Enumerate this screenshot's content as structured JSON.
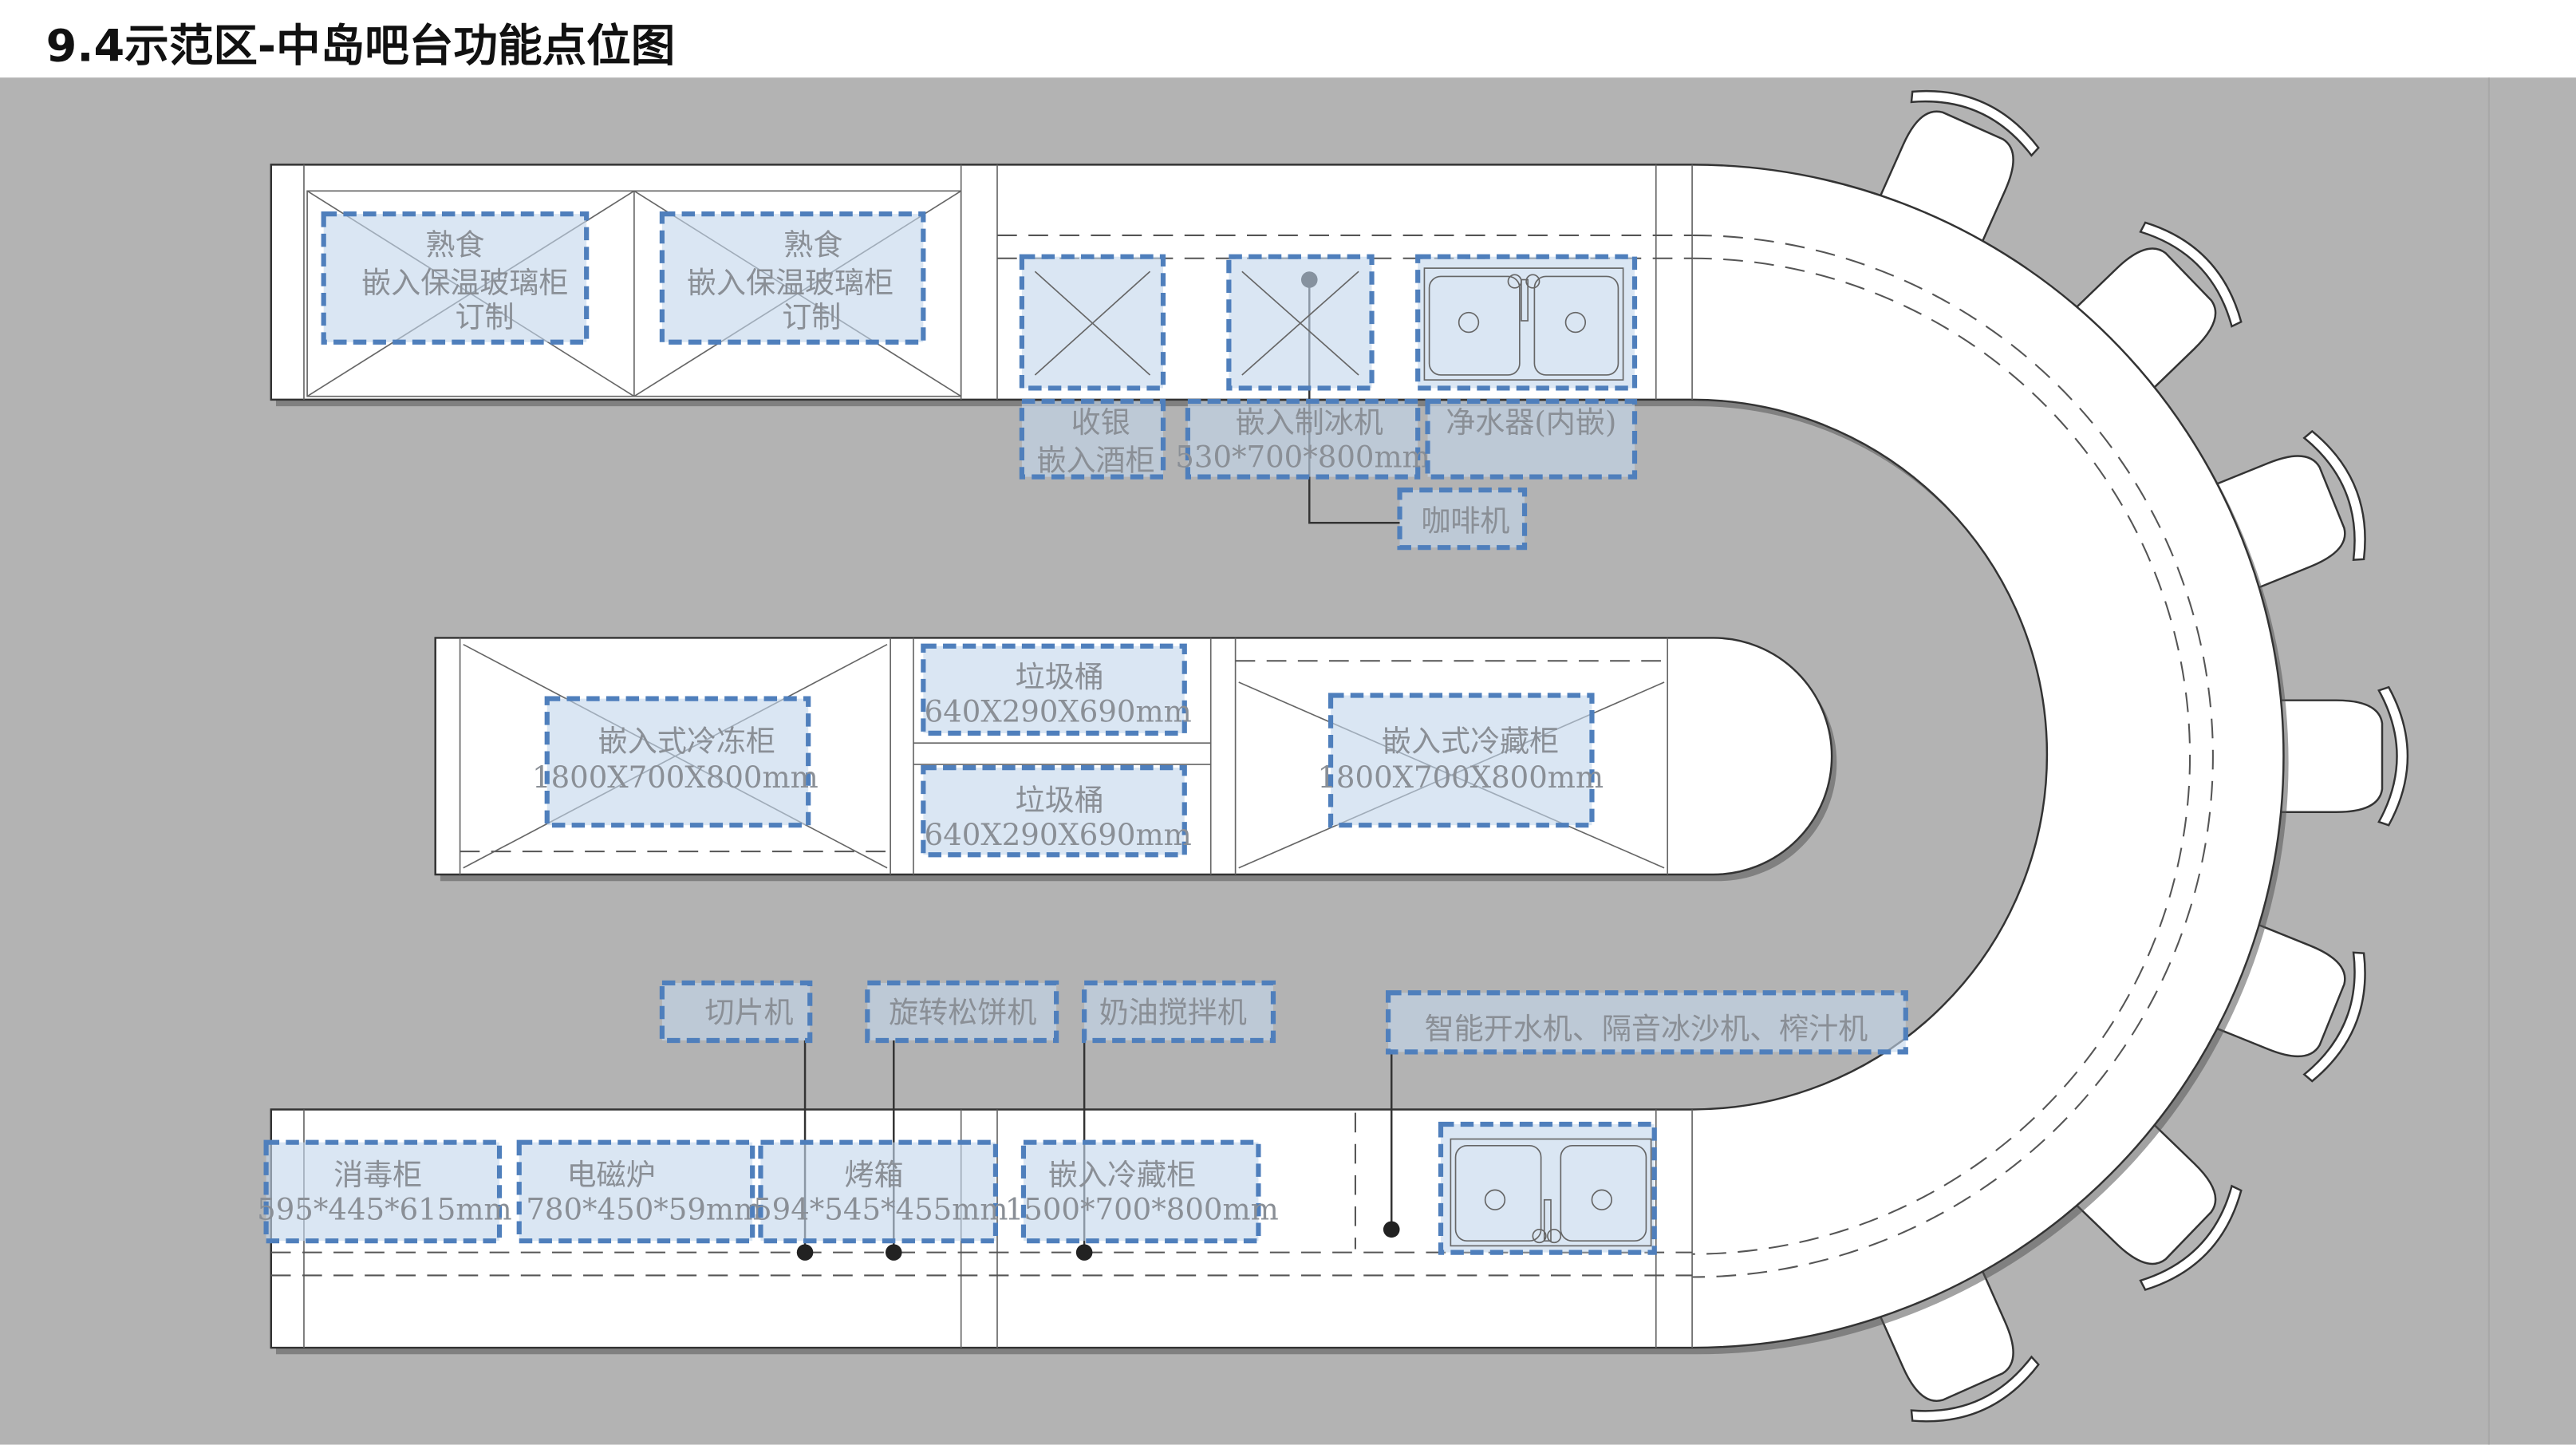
{
  "title": "9.4示范区-中岛吧台功能点位图",
  "colors": {
    "background": "#b3b3b3",
    "tag_border": "#4f7fbc",
    "tag_fill": "#c4d6ec"
  },
  "top_counter": {
    "hot_cabinet_1": [
      "熟食",
      "嵌入保温玻璃柜",
      "订制"
    ],
    "hot_cabinet_2": [
      "熟食",
      "嵌入保温玻璃柜",
      "订制"
    ],
    "cashier": [
      "收银",
      "嵌入酒柜"
    ],
    "ice_maker": [
      "嵌入制冰机",
      "530*700*800mm"
    ],
    "water_purifier": [
      "净水器(内嵌)"
    ],
    "coffee_machine": [
      "咖啡机"
    ]
  },
  "middle_island": {
    "freezer": [
      "嵌入式冷冻柜",
      "1800X700X800mm"
    ],
    "trash_bin_1": [
      "垃圾桶",
      "640X290X690mm"
    ],
    "trash_bin_2": [
      "垃圾桶",
      "640X290X690mm"
    ],
    "fridge": [
      "嵌入式冷藏柜",
      "1800X700X800mm"
    ]
  },
  "bottom_counter": {
    "slicer": [
      "切片机"
    ],
    "waffle_maker": [
      "旋转松饼机"
    ],
    "cream_mixer": [
      "奶油搅拌机"
    ],
    "appliances": [
      "智能开水机、隔音冰沙机、榨汁机"
    ],
    "sterilizer": [
      "消毒柜",
      "595*445*615mm"
    ],
    "induction_cooker": [
      "电磁炉",
      "780*450*59mm"
    ],
    "oven": [
      "烤箱",
      "594*545*455mm"
    ],
    "fridge": [
      "嵌入冷藏柜",
      "1500*700*800mm"
    ]
  }
}
